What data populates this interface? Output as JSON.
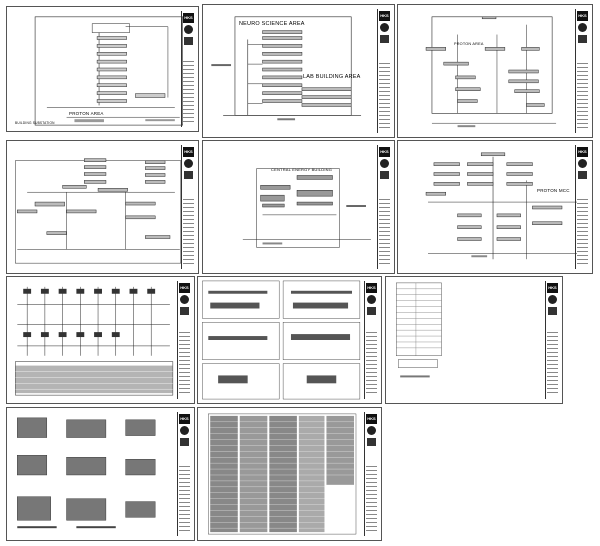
{
  "sheets": [
    {
      "id": "s1",
      "labels": [
        {
          "text": "PROTON AREA"
        },
        {
          "text": "BUILDING SUBSTATION"
        }
      ]
    },
    {
      "id": "s2",
      "labels": [
        {
          "text": "NEURO SCIENCE AREA"
        },
        {
          "text": "LAB BUILDING AREA"
        }
      ]
    },
    {
      "id": "s3",
      "labels": [
        {
          "text": "PROTON AREA"
        }
      ]
    },
    {
      "id": "s4",
      "labels": []
    },
    {
      "id": "s5",
      "labels": [
        {
          "text": "CENTRAL ENERGY BUILDING"
        }
      ]
    },
    {
      "id": "s6",
      "labels": [
        {
          "text": "PROTON MCC"
        }
      ]
    },
    {
      "id": "s7",
      "labels": []
    },
    {
      "id": "s8",
      "labels": []
    },
    {
      "id": "s9",
      "labels": []
    },
    {
      "id": "s10",
      "labels": []
    },
    {
      "id": "s11",
      "labels": []
    }
  ],
  "title_block": {
    "logo": "HKS"
  }
}
